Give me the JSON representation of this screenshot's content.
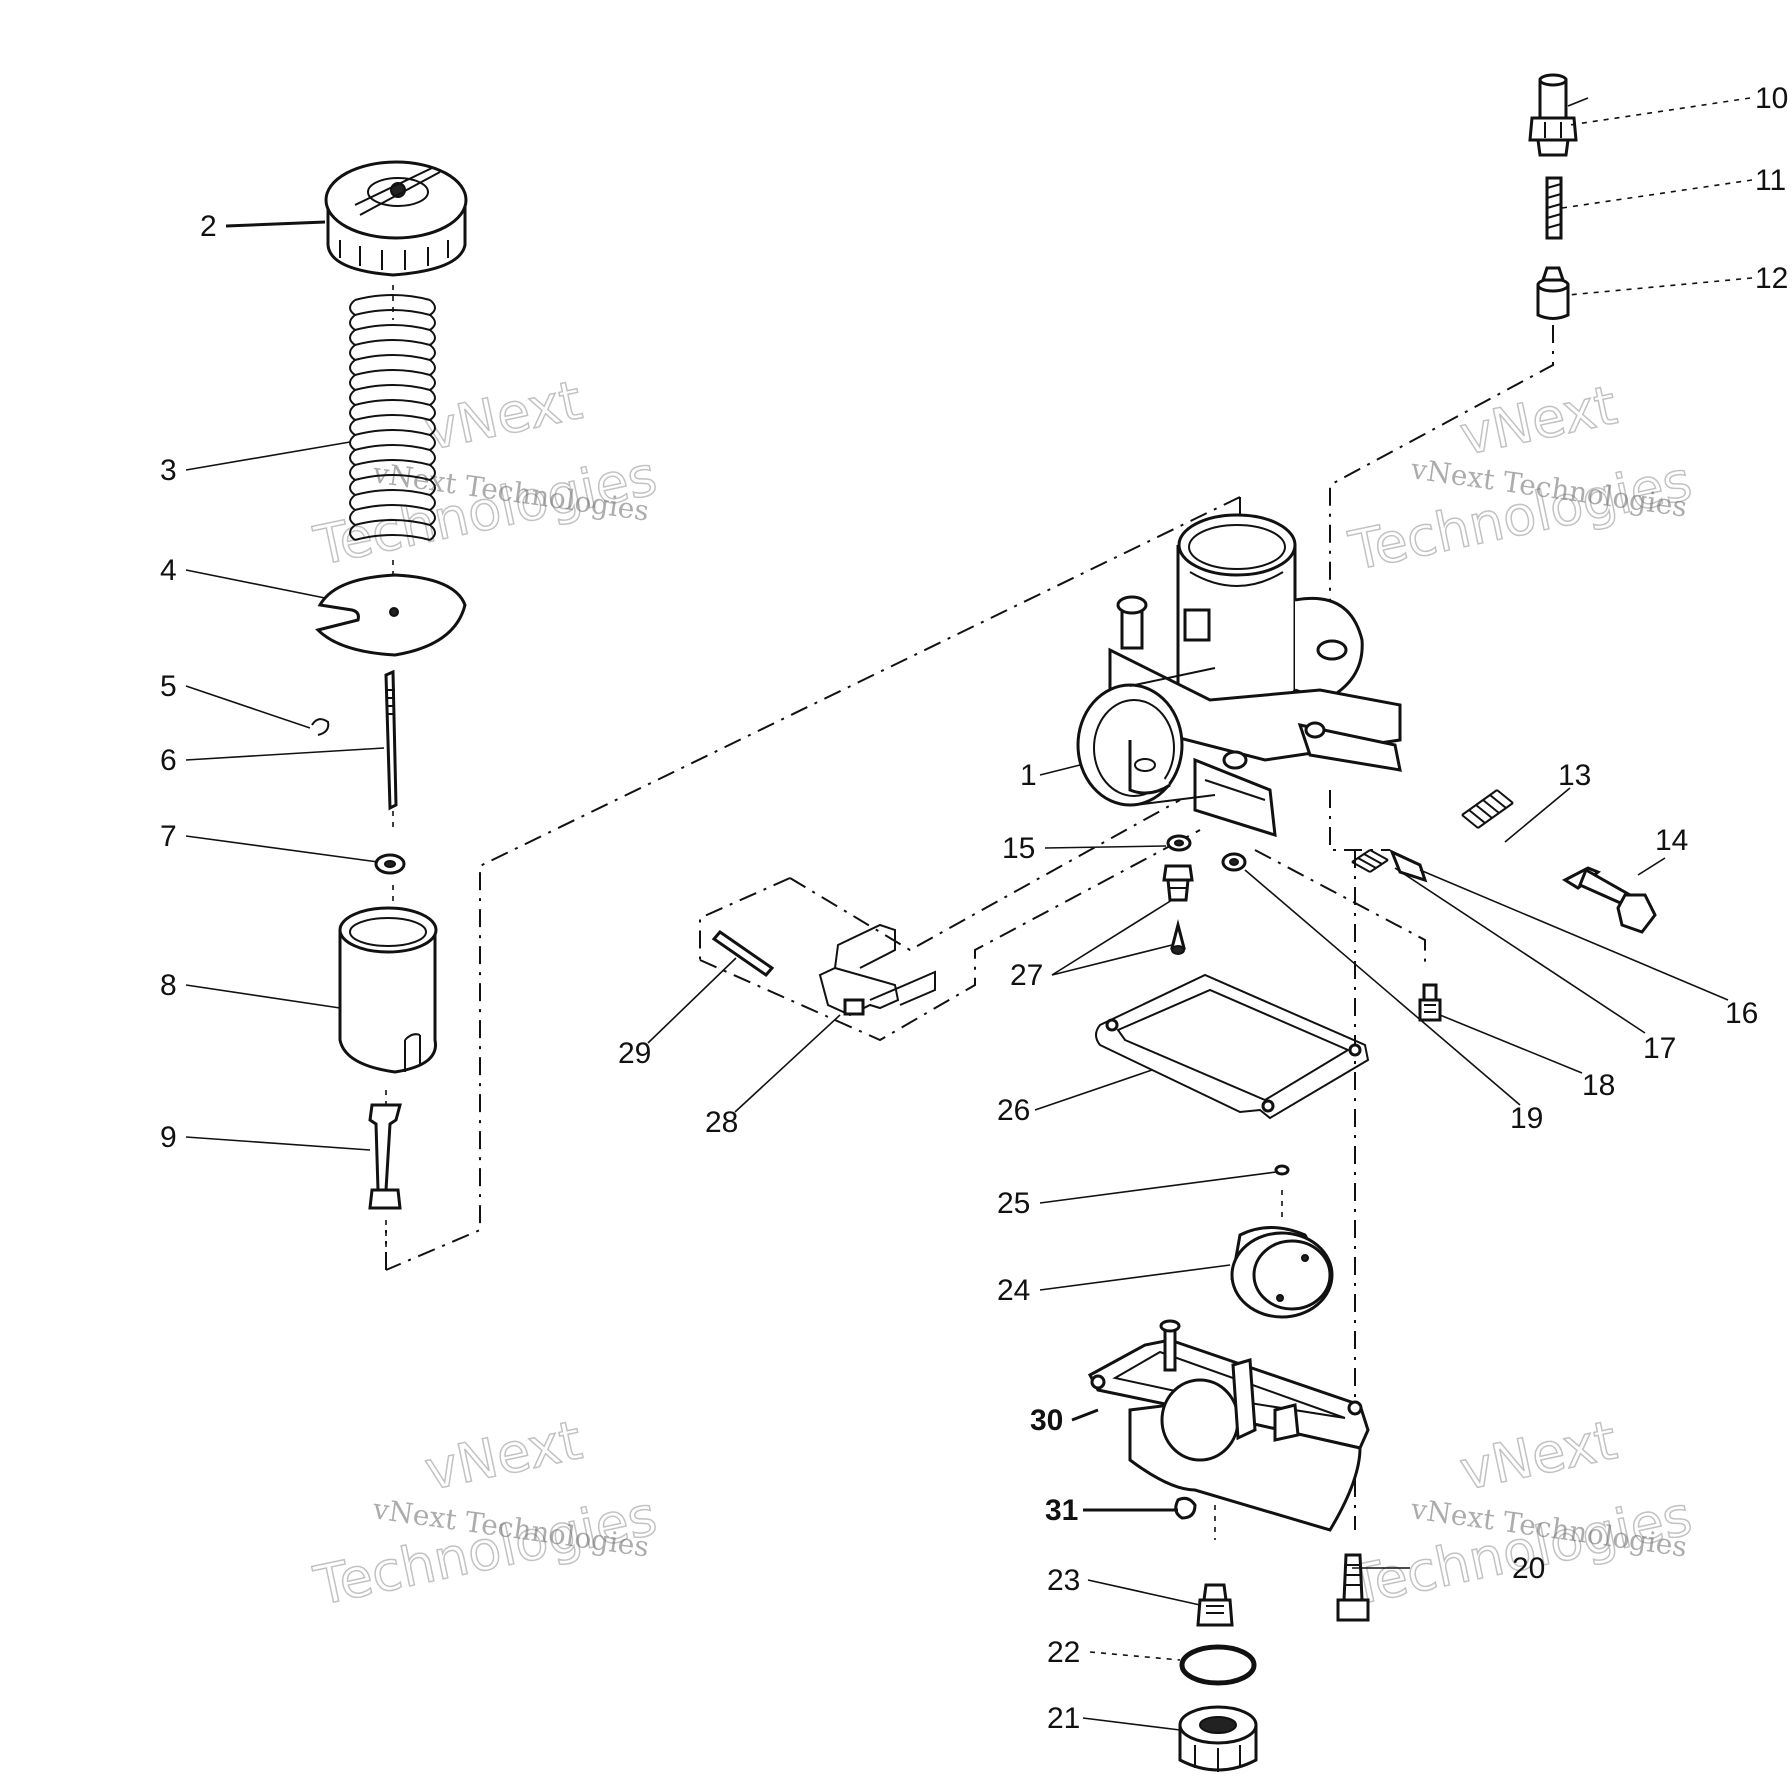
{
  "watermark": {
    "line_a": "vNext",
    "line_b": "Technologies",
    "line_full": "vNext Technologies"
  },
  "callouts": {
    "c1": "1",
    "c2": "2",
    "c3": "3",
    "c4": "4",
    "c5": "5",
    "c6": "6",
    "c7": "7",
    "c8": "8",
    "c9": "9",
    "c10": "10",
    "c11": "11",
    "c12": "12",
    "c13": "13",
    "c14": "14",
    "c15": "15",
    "c16": "16",
    "c17": "17",
    "c18": "18",
    "c19": "19",
    "c20": "20",
    "c21": "21",
    "c22": "22",
    "c23": "23",
    "c24": "24",
    "c25": "25",
    "c26": "26",
    "c27": "27",
    "c28": "28",
    "c29": "29",
    "c30": "30",
    "c31": "31"
  }
}
